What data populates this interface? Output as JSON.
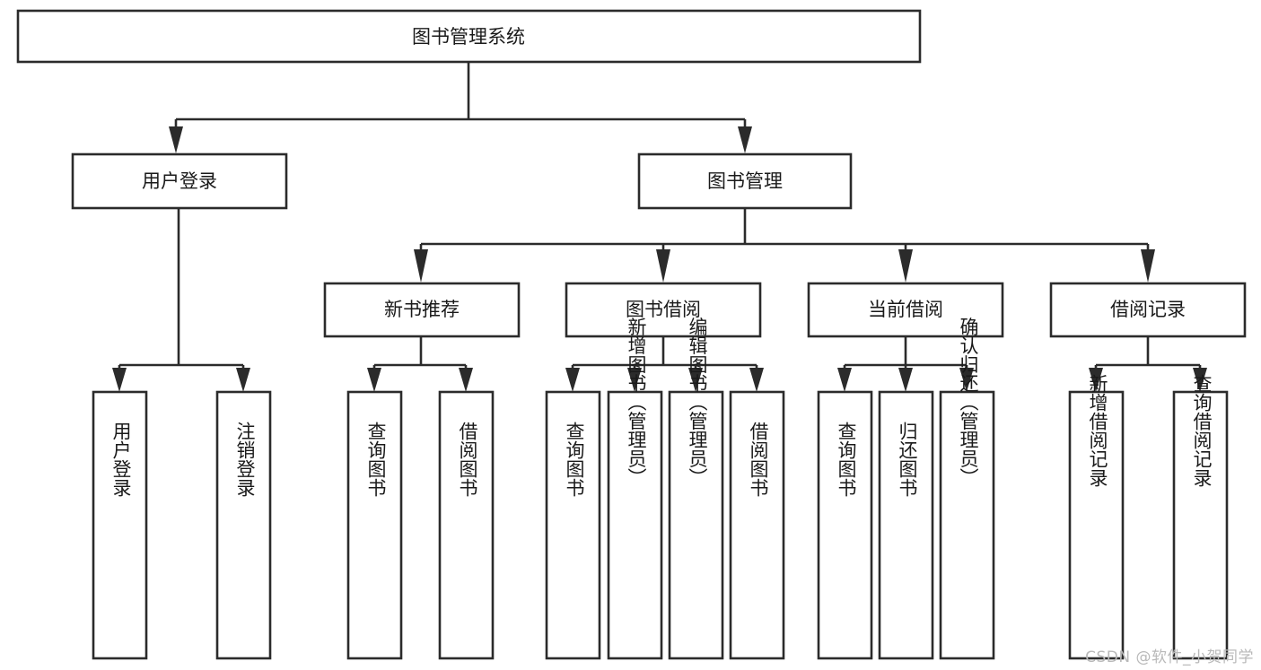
{
  "diagram": {
    "type": "tree-hierarchy",
    "title": "图书管理系统",
    "watermark": "CSDN @软件_小贺同学",
    "colors": {
      "box_stroke": "#2b2b2b",
      "box_fill": "#ffffff",
      "connector": "#2b2b2b",
      "text": "#1a1a1a",
      "background": "#ffffff",
      "watermark": "#b9b9b9"
    },
    "levels": [
      {
        "level": 1,
        "nodes": [
          {
            "id": "root",
            "label": "图书管理系统",
            "orientation": "horizontal"
          }
        ]
      },
      {
        "level": 2,
        "nodes": [
          {
            "id": "user-login",
            "label": "用户登录",
            "orientation": "horizontal",
            "parent": "root"
          },
          {
            "id": "book-manage",
            "label": "图书管理",
            "orientation": "horizontal",
            "parent": "root"
          }
        ]
      },
      {
        "level": 3,
        "nodes": [
          {
            "id": "new-book-rec",
            "label": "新书推荐",
            "orientation": "horizontal",
            "parent": "book-manage"
          },
          {
            "id": "book-borrow",
            "label": "图书借阅",
            "orientation": "horizontal",
            "parent": "book-manage"
          },
          {
            "id": "current-borrow",
            "label": "当前借阅",
            "orientation": "horizontal",
            "parent": "book-manage"
          },
          {
            "id": "borrow-record",
            "label": "借阅记录",
            "orientation": "horizontal",
            "parent": "book-manage"
          }
        ]
      },
      {
        "level": 4,
        "nodes": [
          {
            "id": "leaf-user-login",
            "label": "用户登录",
            "orientation": "vertical",
            "parent": "user-login"
          },
          {
            "id": "leaf-logout",
            "label": "注销登录",
            "orientation": "vertical",
            "parent": "user-login"
          },
          {
            "id": "leaf-query-book-1",
            "label": "查询图书",
            "orientation": "vertical",
            "parent": "new-book-rec"
          },
          {
            "id": "leaf-borrow-book-1",
            "label": "借阅图书",
            "orientation": "vertical",
            "parent": "new-book-rec"
          },
          {
            "id": "leaf-query-book-2",
            "label": "查询图书",
            "orientation": "vertical",
            "parent": "book-borrow"
          },
          {
            "id": "leaf-add-book",
            "label": "新增图书（管理员）",
            "orientation": "vertical",
            "parent": "book-borrow"
          },
          {
            "id": "leaf-edit-book",
            "label": "编辑图书（管理员）",
            "orientation": "vertical",
            "parent": "book-borrow"
          },
          {
            "id": "leaf-borrow-book-2",
            "label": "借阅图书",
            "orientation": "vertical",
            "parent": "book-borrow"
          },
          {
            "id": "leaf-query-book-3",
            "label": "查询图书",
            "orientation": "vertical",
            "parent": "current-borrow"
          },
          {
            "id": "leaf-return-book",
            "label": "归还图书",
            "orientation": "vertical",
            "parent": "current-borrow"
          },
          {
            "id": "leaf-confirm-return",
            "label": "确认归还（管理员）",
            "orientation": "vertical",
            "parent": "current-borrow"
          },
          {
            "id": "leaf-add-record",
            "label": "新增借阅记录",
            "orientation": "vertical",
            "parent": "borrow-record"
          },
          {
            "id": "leaf-query-record",
            "label": "查询借阅记录",
            "orientation": "vertical",
            "parent": "borrow-record"
          }
        ]
      }
    ]
  }
}
